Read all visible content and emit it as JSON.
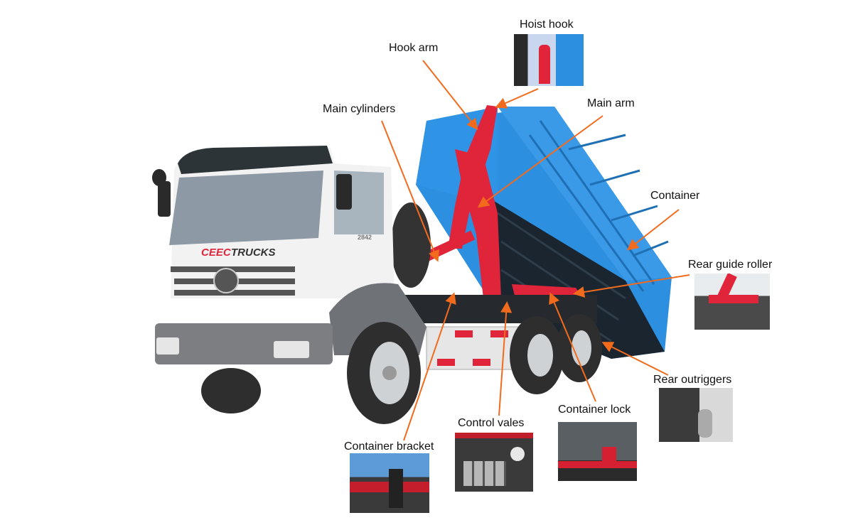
{
  "diagram": {
    "type": "labeled-product-diagram",
    "subject": "Hook lift garbage truck with tilted blue container",
    "truck_branding": {
      "logo_text": "CEEC TRUCKS",
      "cab_number": "2842"
    },
    "leader_color": "#f26b1d",
    "colors": {
      "container_blue": "#2d8fe0",
      "hook_arm_red": "#e0253a",
      "cab_white": "#f2f2f2",
      "bumper_grey": "#7c7e82",
      "tire_dark": "#2e2e2e"
    },
    "labels": [
      {
        "id": "hoist-hook",
        "text": "Hoist hook"
      },
      {
        "id": "hook-arm",
        "text": "Hook arm"
      },
      {
        "id": "main-arm",
        "text": "Main arm"
      },
      {
        "id": "main-cylinders",
        "text": "Main cylinders"
      },
      {
        "id": "container",
        "text": "Container"
      },
      {
        "id": "rear-guide-roller",
        "text": "Rear guide roller"
      },
      {
        "id": "rear-outriggers",
        "text": "Rear outriggers"
      },
      {
        "id": "container-lock",
        "text": "Container lock"
      },
      {
        "id": "control-vales",
        "text": "Control vales"
      },
      {
        "id": "container-bracket",
        "text": "Container bracket"
      }
    ]
  }
}
